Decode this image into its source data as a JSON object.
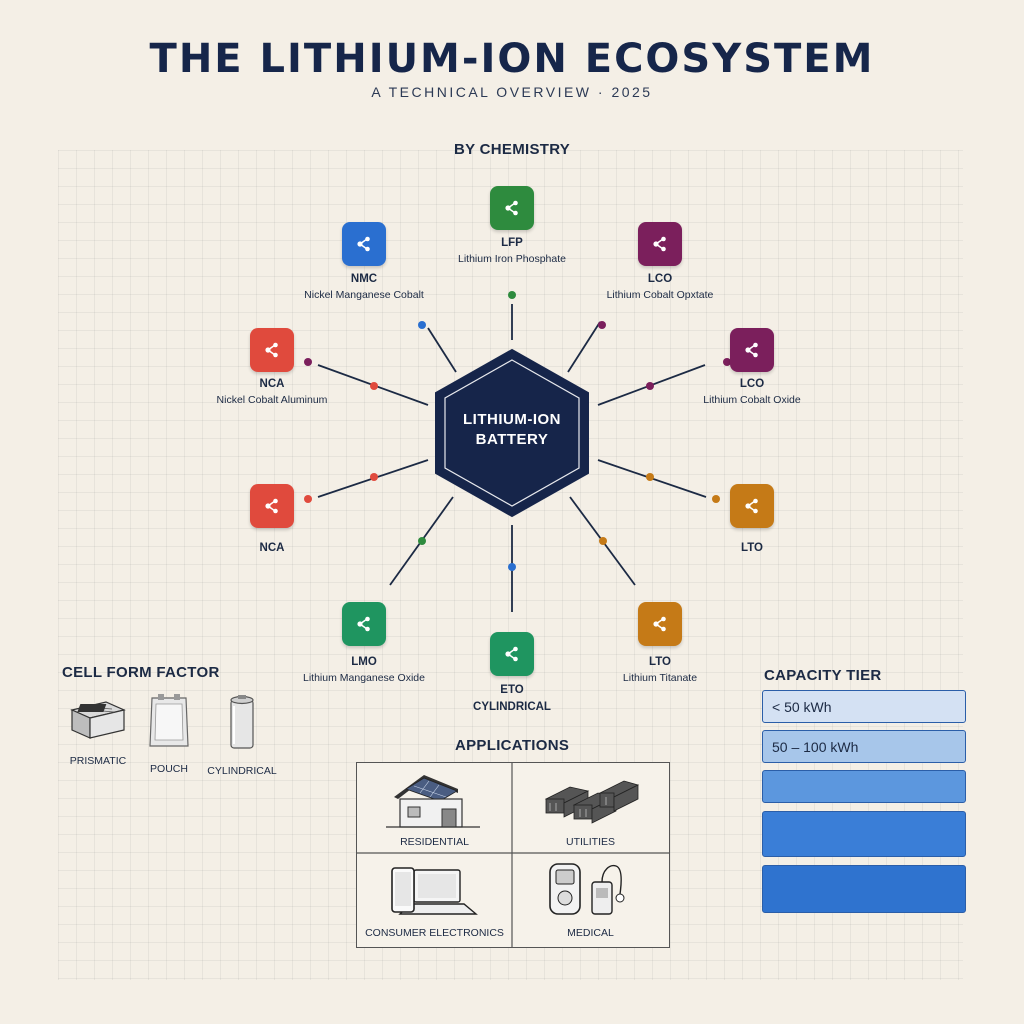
{
  "header": {
    "title": "THE LITHIUM-ION ECOSYSTEM",
    "subtitle": "A TECHNICAL OVERVIEW · 2025"
  },
  "chemistry": {
    "heading": "BY CHEMISTRY",
    "center": {
      "line1": "LITHIUM-ION",
      "line2": "BATTERY",
      "color": "#16254a"
    },
    "nodes": [
      {
        "abbr": "LFP",
        "full": "Lithium Iron Phosphate",
        "color": "#2e8b3e"
      },
      {
        "abbr": "LCO",
        "full": "Lithium Cobalt Opxtate",
        "color": "#7b1f5c"
      },
      {
        "abbr": "LCO",
        "full": "Lithium Cobalt Oxide",
        "color": "#7b1f5c"
      },
      {
        "abbr": "LTO",
        "full": "",
        "color": "#c57a17"
      },
      {
        "abbr": "LTO",
        "full": "Lithium Titanate",
        "color": "#c57a17"
      },
      {
        "abbr": "ETO",
        "full": "CYLINDRICAL",
        "color": "#1f9560"
      },
      {
        "abbr": "LMO",
        "full": "Lithium Manganese Oxide",
        "color": "#1f9560"
      },
      {
        "abbr": "NCA",
        "full": "",
        "color": "#e04a3d"
      },
      {
        "abbr": "NCA",
        "full": "Nickel Cobalt Aluminum",
        "color": "#e04a3d"
      },
      {
        "abbr": "NMC",
        "full": "Nickel Manganese Cobalt",
        "color": "#2a6fd0"
      }
    ],
    "dots": [
      {
        "color": "#2e8b3e"
      },
      {
        "color": "#7b1f5c"
      },
      {
        "color": "#7b1f5c"
      },
      {
        "color": "#c57a17"
      },
      {
        "color": "#c57a17"
      },
      {
        "color": "#2a6fd0"
      },
      {
        "color": "#2e8b3e"
      },
      {
        "color": "#e04a3d"
      },
      {
        "color": "#e04a3d"
      },
      {
        "color": "#2a6fd0"
      }
    ]
  },
  "form_factor": {
    "heading": "CELL FORM FACTOR",
    "items": [
      {
        "label": "PRISMATIC",
        "icon": "prismatic-cell-icon"
      },
      {
        "label": "POUCH",
        "icon": "pouch-cell-icon"
      },
      {
        "label": "CYLINDRICAL",
        "icon": "cylindrical-cell-icon"
      }
    ]
  },
  "applications": {
    "heading": "APPLICATIONS",
    "items": [
      {
        "label": "RESIDENTIAL",
        "icon": "house-solar-icon"
      },
      {
        "label": "UTILITIES",
        "icon": "battery-racks-icon"
      },
      {
        "label": "CONSUMER ELECTRONICS",
        "icon": "devices-icon"
      },
      {
        "label": "MEDICAL",
        "icon": "medical-devices-icon"
      }
    ]
  },
  "capacity": {
    "heading": "CAPACITY TIER",
    "tiers": [
      {
        "label": "< 50 kWh",
        "color": "#d4e1f3"
      },
      {
        "label": "50 – 100 kWh",
        "color": "#a7c6ea"
      },
      {
        "label": "",
        "color": "#5c97de"
      },
      {
        "label": "",
        "color": "#3a7ed7"
      },
      {
        "label": "",
        "color": "#2f73cf"
      }
    ]
  }
}
